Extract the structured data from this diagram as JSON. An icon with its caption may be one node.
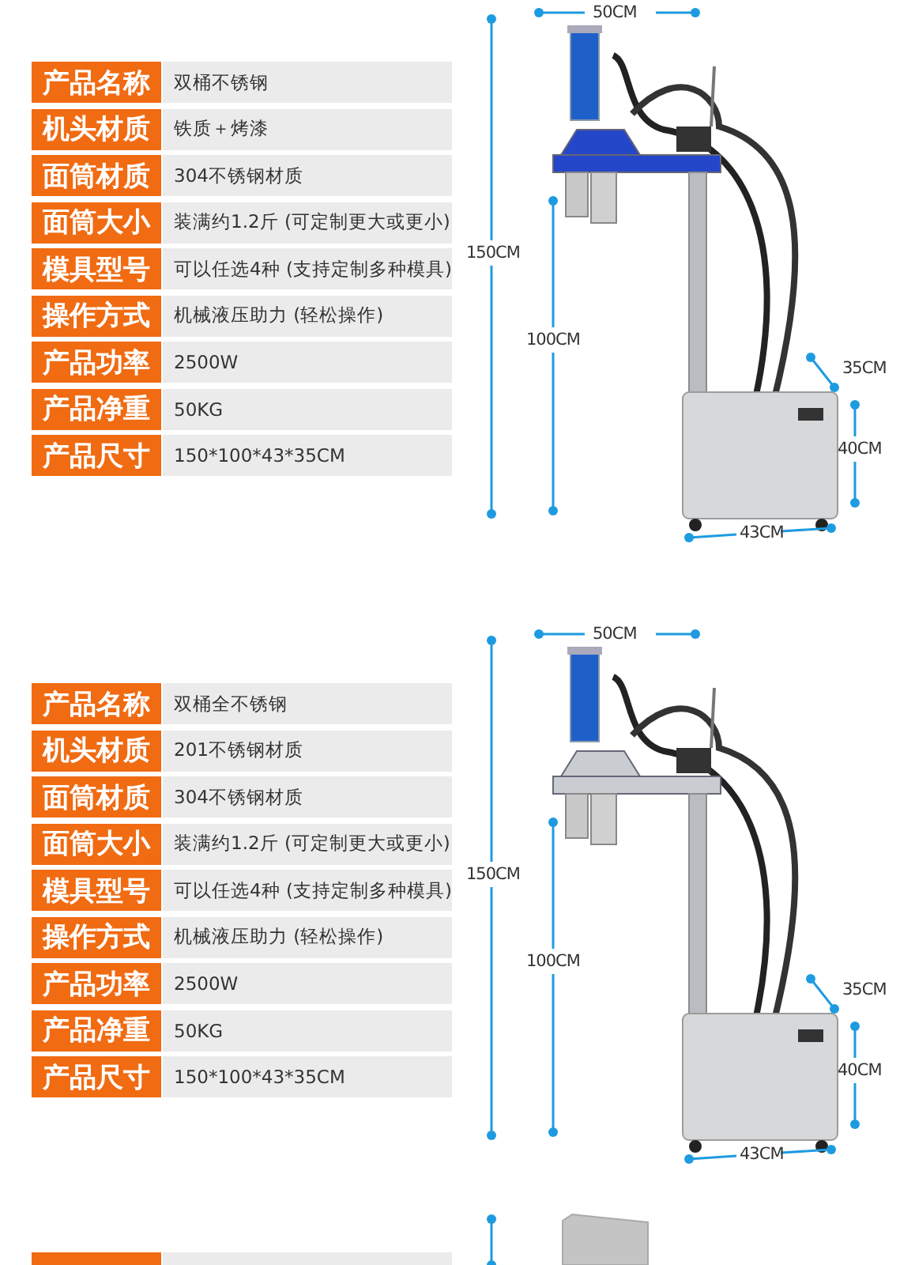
{
  "diagram": {
    "labels": [
      "产品名称",
      "双桶不锈钢",
      "机头材质",
      "铁质＋烤漆",
      "面筒材质",
      "304不锈钢材质",
      "面筒大小",
      "装满约1.2斤 (可定制更大或更小)",
      "模具型号",
      "可以任选4种 (支持定制多种模具)",
      "操作方式",
      "机械液压助力 (轻松操作)",
      "产品功率",
      "2500W",
      "产品净重",
      "50KG",
      "产品尺寸",
      "150*100*43*35CM",
      "50CM",
      "150CM",
      "100CM",
      "35CM",
      "40CM",
      "43CM",
      "产品名称",
      "双桶全不锈钢",
      "机头材质",
      "201不锈钢材质",
      "面筒材质",
      "304不锈钢材质",
      "面筒大小",
      "装满约1.2斤 (可定制更大或更小)",
      "模具型号",
      "可以任选4种 (支持定制多种模具)",
      "操作方式",
      "机械液压助力 (轻松操作)",
      "产品功率",
      "2500W",
      "产品净重",
      "50KG",
      "产品尺寸",
      "150*100*43*35CM",
      "50CM",
      "150CM",
      "100CM",
      "35CM",
      "40CM",
      "43CM"
    ]
  }
}
